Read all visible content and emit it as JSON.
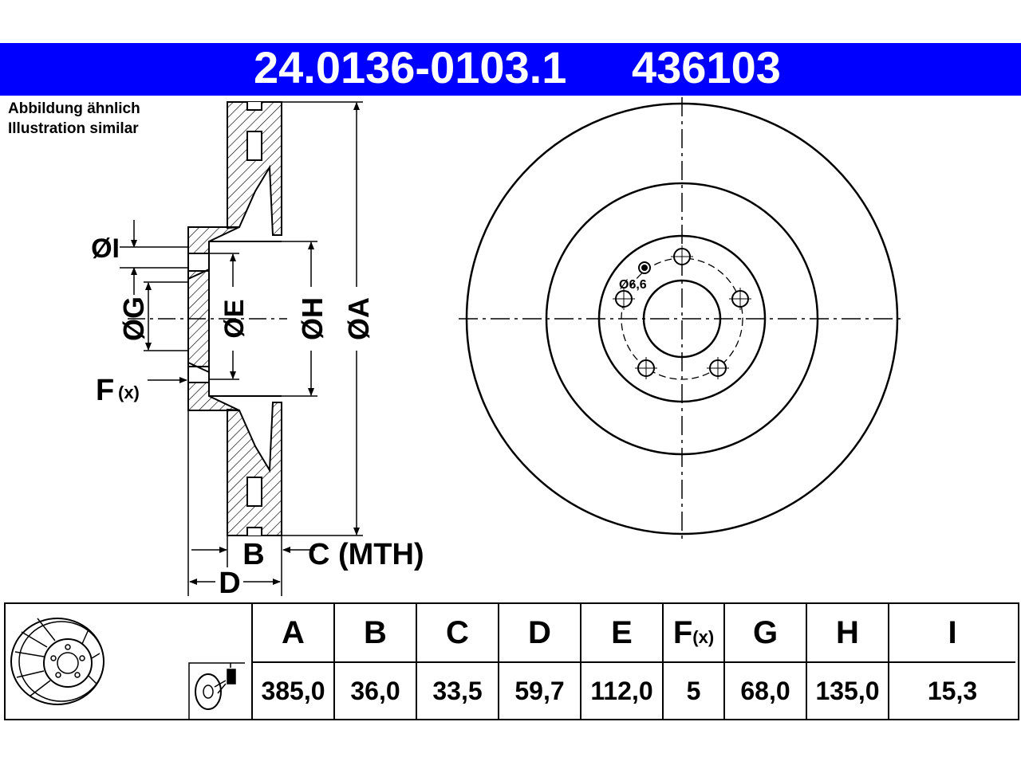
{
  "header": {
    "part_number": "24.0136-0103.1",
    "ref_number": "436103",
    "background_color": "#0000ff"
  },
  "note": {
    "line1": "Abbildung ähnlich",
    "line2": "Illustration similar"
  },
  "labels": {
    "dia_i": "ØI",
    "dia_g": "ØG",
    "dia_e": "ØE",
    "dia_h": "ØH",
    "dia_a": "ØA",
    "f": "F",
    "f_sub": "(x)",
    "b": "B",
    "c": "C (MTH)",
    "d": "D",
    "hole_dia": "Ø6,6"
  },
  "spec_table": {
    "headers": [
      "A",
      "B",
      "C",
      "D",
      "E",
      "F",
      "G",
      "H",
      "I"
    ],
    "f_header_sub": "(x)",
    "values": [
      "385,0",
      "36,0",
      "33,5",
      "59,7",
      "112,0",
      "5",
      "68,0",
      "135,0",
      "15,3"
    ]
  },
  "icons": [
    "brake-disc-3d-icon",
    "spray-cleaning-icon"
  ]
}
